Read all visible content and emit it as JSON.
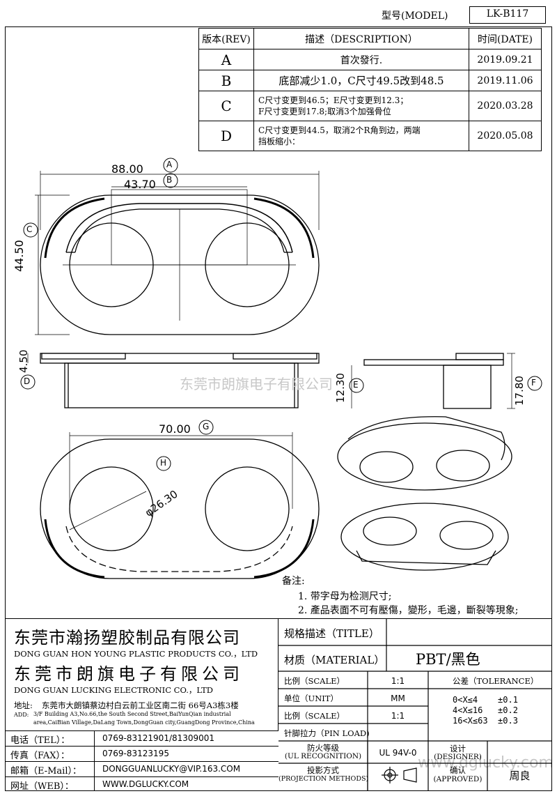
{
  "header": {
    "model_label": "型号(MODEL)",
    "model_value": "LK-B117"
  },
  "revision_table": {
    "headers": [
      "版本(REV)",
      "描述（DESCRIPTION）",
      "时间(DATE)"
    ],
    "rows": [
      {
        "rev": "A",
        "desc": "首次發行.",
        "date": "2019.09.21"
      },
      {
        "rev": "B",
        "desc": "底部减少1.0，C尺寸49.5改到48.5",
        "date": "2019.11.06"
      },
      {
        "rev": "C",
        "desc_lines": [
          "C尺寸变更到46.5；E尺寸变更到12.3；",
          "F尺寸变更到17.8;取消3个加强骨位"
        ],
        "date": "2020.03.28"
      },
      {
        "rev": "D",
        "desc_lines": [
          "C尺寸变更到44.5，取消2个R角到边，两端",
          "挡板缩小："
        ],
        "date": "2020.05.08"
      }
    ]
  },
  "dimensions": {
    "d88": "88.00",
    "A": "A",
    "d4370": "43.70",
    "B": "B",
    "d4450": "44.50",
    "C": "C",
    "d450": "4.50",
    "D": "D",
    "d1230": "12.30",
    "E": "E",
    "d1780": "17.80",
    "F": "F",
    "d70": "70.00",
    "G": "G",
    "d2630": "φ26.30",
    "H": "H"
  },
  "watermark_center": "东莞市朗旗电子有限公司",
  "watermark_corner": "www.dglucky.com",
  "notes": {
    "title": "备注:",
    "items": [
      "1. 带字母为检测尺寸;",
      "2. 產品表面不可有壓傷，變形，毛邊，斷裂等現象;"
    ]
  },
  "company": {
    "name1_cn": "东莞市瀚扬塑胶制品有限公司",
    "name1_en": "DONG GUAN HON YOUNG PLASTIC PRODUCTS CO.，LTD",
    "name2_cn": "东莞市朗旗电子有限公司",
    "name2_en": "DONG GUAN LUCKING ELECTRONIC CO.，LTD",
    "addr_label": "地址:",
    "addr_cn": "东莞市大朗镇蔡边村白云前工业区南二街 66号A3栋3楼",
    "addr_en_label": "ADD:",
    "addr_en1": "3/F Building A3,No.66,the South Second Street,BaiYunQian industrial",
    "addr_en2": "area,CaiBian Village,DaLang Town,DongGuan city,GuangDong Province,China"
  },
  "contacts": [
    {
      "label": "电话（TEL）：",
      "value": "0769-83121901/81309001"
    },
    {
      "label": "传真（FAX）：",
      "value": "0769-83123195"
    },
    {
      "label": "邮箱（E-Mail）：",
      "value": "DONGGUANLUCKY@VIP.163.COM"
    },
    {
      "label": "网址（WEB）：",
      "value": "WWW.DGLUCKY.COM"
    }
  ],
  "spec": {
    "title_label": "规格描述（TITLE）",
    "material_label": "材质（MATERIAL）",
    "material_value": "PBT/黑色",
    "scale_label": "比例（SCALE）",
    "scale_value": "1:1",
    "unit_label": "单位（UNIT）",
    "unit_value": "MM",
    "scale2_label": "比例（SCALE）",
    "scale2_value": "1:1",
    "tolerance_label": "公差（TOLERANCE）",
    "tolerances": [
      "0<X≤4    ±0.1",
      "4<X≤16   ±0.2",
      "16<X≤63  ±0.3"
    ],
    "pin_label": "针脚拉力（PIN LOAD)",
    "ul_label1": "防火等级",
    "ul_label2": "(UL RECOGNITION)",
    "ul_value": "UL 94V-0",
    "proj_label1": "投影方式",
    "proj_label2": "(PROJECTION METHODS)",
    "designer_label1": "设计",
    "designer_label2": "(DESIGNER)",
    "approved_label1": "确认",
    "approved_label2": "(APPROVED)",
    "approved_value": "周良"
  }
}
